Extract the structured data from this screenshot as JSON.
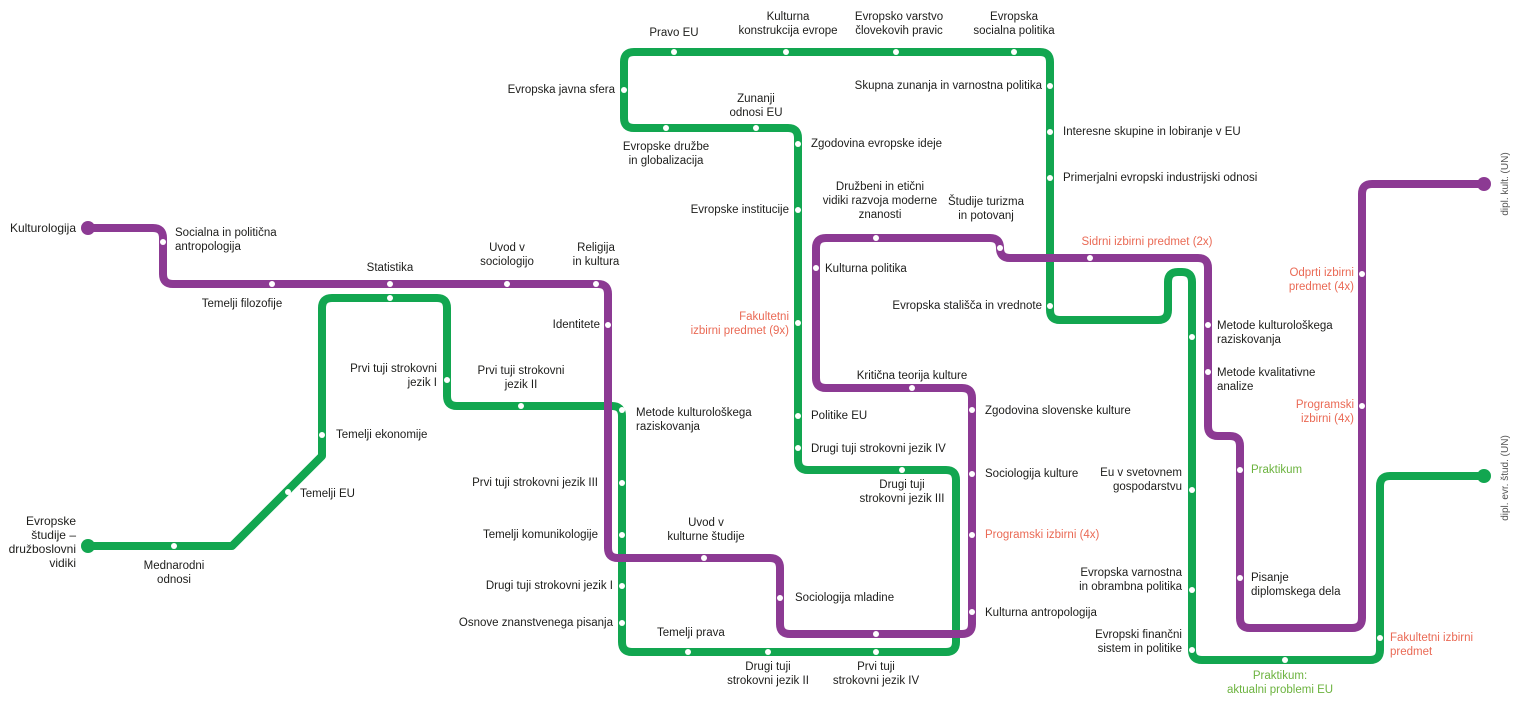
{
  "colors": {
    "green_line": "#12a650",
    "purple_line": "#8c3a93",
    "elective_text": "#ea6a55",
    "practice_text": "#6cb33f",
    "station_fill": "#ffffff"
  },
  "termini": {
    "kulturologija": "Kulturologija",
    "evropske_studije": "Evropske\nštudije –\ndružboslovni\nvidiki",
    "dipl_kult": "dipl. kult. (UN)",
    "dipl_evr": "dipl. evr. štud. (UN)"
  },
  "stations": {
    "socialna_antropologija": "Socialna in politična\nantropologija",
    "temelji_filozofije": "Temelji filozofije",
    "statistika": "Statistika",
    "uvod_sociologijo": "Uvod v\nsociologijo",
    "religija_kultura": "Religija\nin kultura",
    "identitete": "Identitete",
    "prvi_tuji_1": "Prvi tuji strokovni\njezik I",
    "prvi_tuji_2": "Prvi tuji strokovni\njezik II",
    "temelji_ekonomije": "Temelji ekonomije",
    "temelji_eu": "Temelji EU",
    "mednarodni_odnosi": "Mednarodni\nodnosi",
    "metode_raziskovanja_1": "Metode kulturološkega\nraziskovanja",
    "prvi_tuji_3": "Prvi tuji strokovni jezik III",
    "temelji_komunikologije": "Temelji komunikologije",
    "drugi_tuji_1": "Drugi tuji strokovni jezik I",
    "osnove_pisanja": "Osnove znanstvenega pisanja",
    "uvod_kulturne_studije": "Uvod v\nkulturne študije",
    "temelji_prava": "Temelji prava",
    "sociologija_mladine": "Sociologija mladine",
    "drugi_tuji_2": "Drugi tuji\nstrokovni jezik II",
    "prvi_tuji_4": "Prvi tuji\nstrokovni jezik IV",
    "evropska_javna_sfera": "Evropska javna sfera",
    "pravo_eu": "Pravo EU",
    "kulturna_konstrukcija": "Kulturna\nkonstrukcija evrope",
    "evropsko_varstvo": "Evropsko varstvo\nčlovekovih pravic",
    "evropska_socialna": "Evropska\nsocialna politika",
    "evropske_druzbe": "Evropske družbe\nin globalizacija",
    "zunanji_odnosi": "Zunanji\nodnosi EU",
    "zgodovina_ideje": "Zgodovina evropske ideje",
    "evropske_institucije": "Evropske institucije",
    "fakultetni_9x": "Fakultetni\nizbirni predmet (9x)",
    "politike_eu": "Politike EU",
    "drugi_tuji_4": "Drugi tuji strokovni jezik IV",
    "drugi_tuji_3": "Drugi tuji\nstrokovni jezik III",
    "druzbeni_eticni": "Družbeni in etični\nvidiki razvoja moderne\nznanosti",
    "studije_turizma": "Študije turizma\nin potovanj",
    "kulturna_politika": "Kulturna politika",
    "kriticna_teorija": "Kritična teorija kulture",
    "zgodovina_slovenske": "Zgodovina slovenske kulture",
    "sociologija_kulture": "Sociologija kulture",
    "programski_4x_mid": "Programski izbirni (4x)",
    "kulturna_antropologija": "Kulturna antropologija",
    "skupna_zunanja": "Skupna zunanja in varnostna politika",
    "interesne_skupine": "Interesne skupine in lobiranje v EU",
    "primerjalni_odnosi": "Primerjalni evropski industrijski odnosi",
    "evropska_stalisca": "Evropska stališča in vrednote",
    "sidrni_2x": "Sidrni izbirni predmet (2x)",
    "metode_raziskovanja_2": "Metode kulturološkega\nraziskovanja",
    "metode_kvalitativne": "Metode kvalitativne\nanalize",
    "praktikum": "Praktikum",
    "pisanje_diplomskega": "Pisanje\ndiplomskega dela",
    "eu_svetovnem": "Eu v svetovnem\ngospodarstvu",
    "evropska_varnostna": "Evropska varnostna\nin obrambna politika",
    "evropski_financni": "Evropski finančni\nsistem in politike",
    "praktikum_aktualni": "Praktikum:\naktualni problemi EU",
    "odprti_4x": "Odprti izbirni\npredmet (4x)",
    "programski_4x_right": "Programski\nizbirni (4x)",
    "fakultetni_right": "Fakultetni izbirni\npredmet"
  }
}
